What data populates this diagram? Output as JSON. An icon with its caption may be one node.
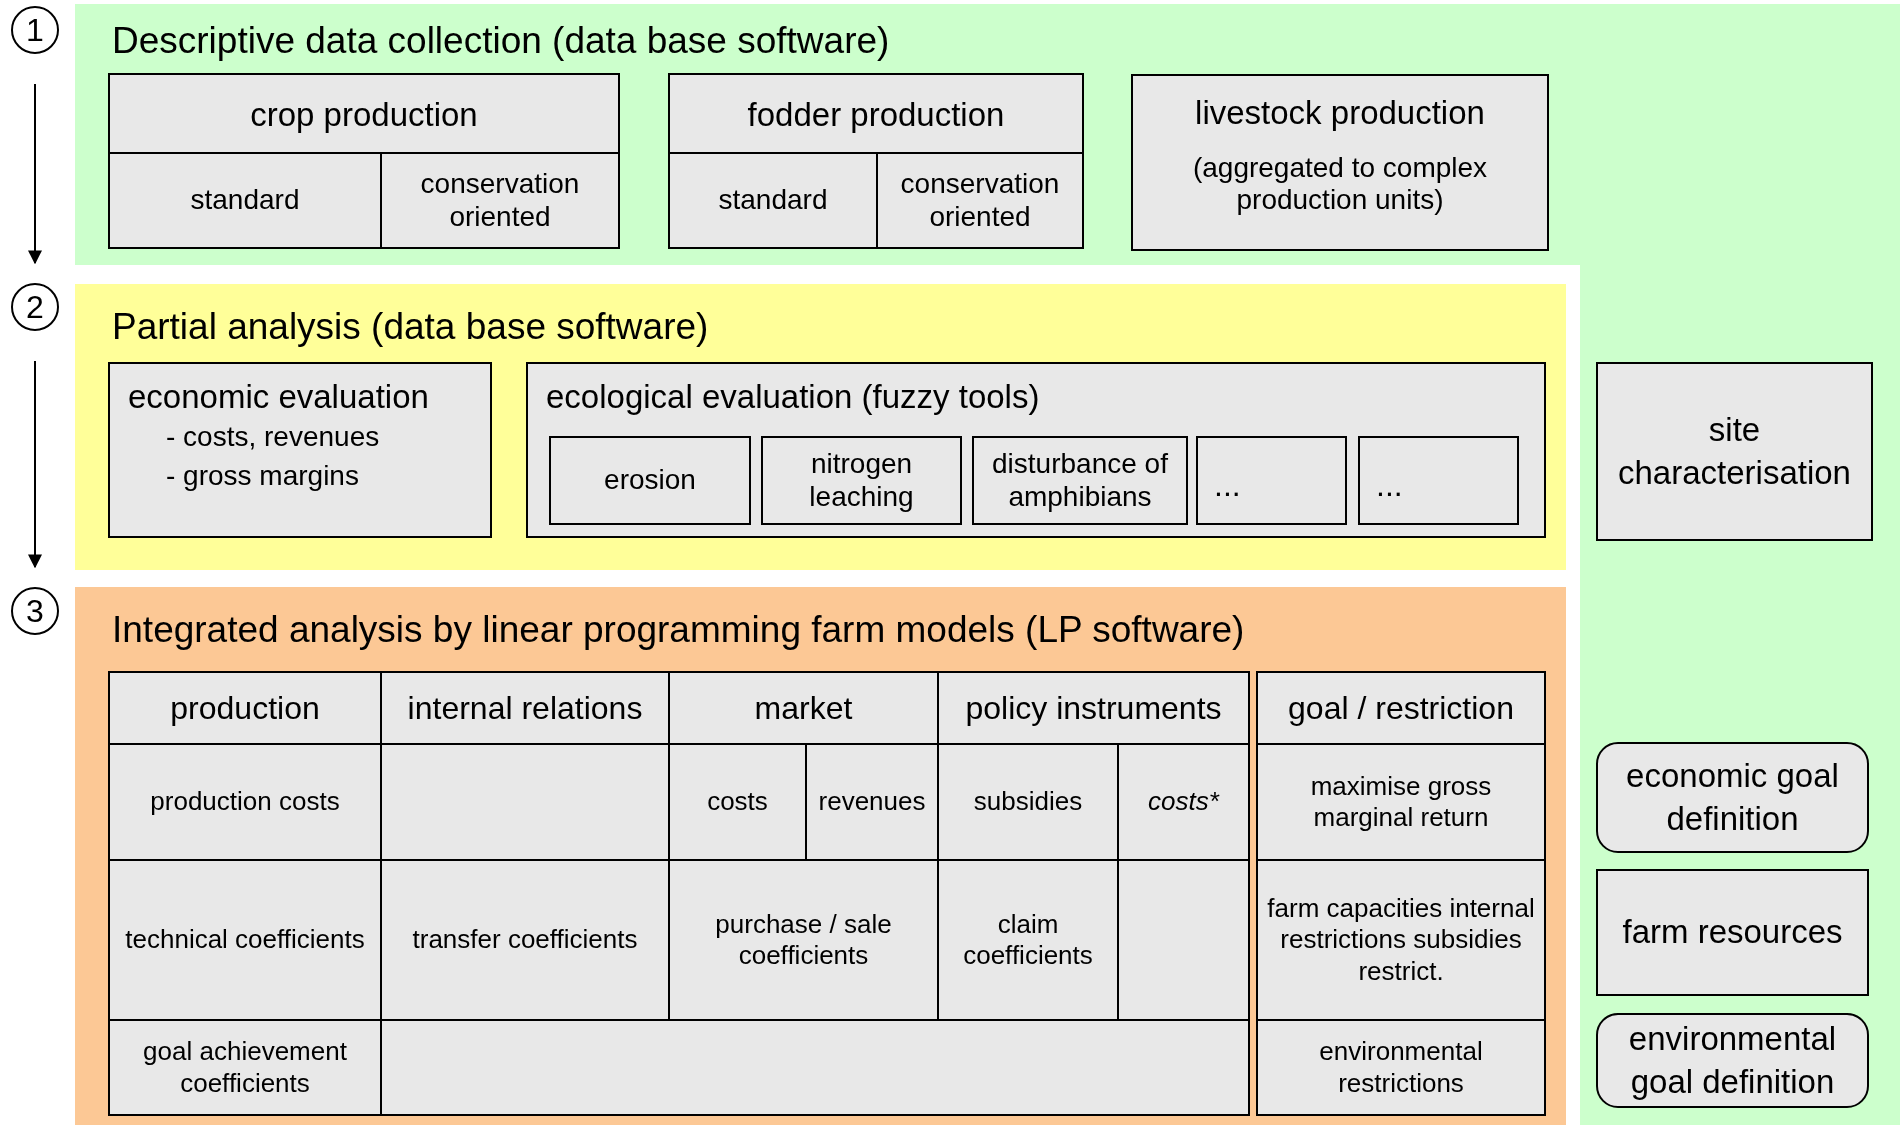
{
  "diagram": {
    "nodes": [
      {
        "text": [
          "1"
        ]
      },
      {
        "text": [
          "Descriptive data collection (data base software)"
        ]
      },
      {
        "text": [
          "crop production"
        ],
        "in": 1
      },
      {
        "text": [
          "standard"
        ],
        "in": 2
      },
      {
        "text": [
          "conservation oriented"
        ],
        "in": 2
      },
      {
        "text": [
          "fodder production"
        ],
        "in": 1
      },
      {
        "text": [
          "standard"
        ],
        "in": 5
      },
      {
        "text": [
          "conservation oriented"
        ],
        "in": 5
      },
      {
        "text": [
          "livestock production",
          "(aggregated to complex production units)"
        ],
        "in": 1
      },
      {
        "text": [
          "2"
        ]
      },
      {
        "text": [
          "Partial analysis (data base software)"
        ]
      },
      {
        "text": [
          "economic evaluation",
          "- costs, revenues",
          "- gross margins"
        ],
        "in": 10
      },
      {
        "text": [
          "ecological evaluation (fuzzy tools)"
        ],
        "in": 10
      },
      {
        "text": [
          "erosion"
        ],
        "in": 12
      },
      {
        "text": [
          "nitrogen leaching"
        ],
        "in": 12
      },
      {
        "text": [
          "disturbance of amphibians"
        ],
        "in": 12
      },
      {
        "text": [
          "..."
        ],
        "in": 12
      },
      {
        "text": [
          "..."
        ],
        "in": 12
      },
      {
        "text": [
          "site characterisation"
        ]
      },
      {
        "text": [
          "3"
        ]
      },
      {
        "text": [
          "Integrated analysis by linear programming farm models (LP software)"
        ]
      },
      {
        "text": [
          "economic goal definition"
        ]
      },
      {
        "text": [
          "farm resources"
        ]
      },
      {
        "text": [
          "environmental goal definition"
        ]
      }
    ],
    "edges": [
      {
        "from": 0,
        "to": 9,
        "arrow": "to"
      },
      {
        "from": 9,
        "to": 19,
        "arrow": "to"
      }
    ],
    "labels": [
      "production",
      "internal relations",
      "market",
      "policy instruments",
      "goal / restriction",
      "production costs",
      "costs",
      "revenues",
      "subsidies",
      "costs*",
      "maximise gross marginal return",
      "technical coefficients",
      "transfer coefficients",
      "purchase / sale coefficients",
      "claim coefficients",
      "farm capacities internal restrictions subsidies restrict.",
      "goal achievement coefficients",
      "environmental restrictions"
    ]
  }
}
